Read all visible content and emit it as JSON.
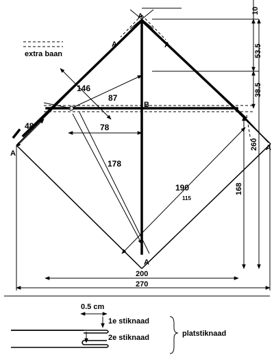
{
  "legend": {
    "extra_label": "extra baan"
  },
  "corners": {
    "top": "A",
    "upper_left": "A",
    "upper_right": "A",
    "left": "A",
    "right": "A",
    "bottom": "A",
    "center": "B"
  },
  "dimensions": {
    "top_gap": "10",
    "top_segment": "53.5",
    "second_segment": "38.5",
    "right_long": "260",
    "right_lower": "168",
    "upper_left_diag": "146",
    "strut_upper": "87",
    "left_corner": "48",
    "horizontal_half": "78",
    "inner_diag": "178",
    "lower_right_diag": "190",
    "lower_right_sub": "115",
    "bottom_width": "200",
    "total_width": "270"
  },
  "seam": {
    "width_label": "0.5 cm",
    "first_stitch": "1e stiknaad",
    "second_stitch": "2e stiknaad",
    "seam_type": "platstiknaad"
  }
}
